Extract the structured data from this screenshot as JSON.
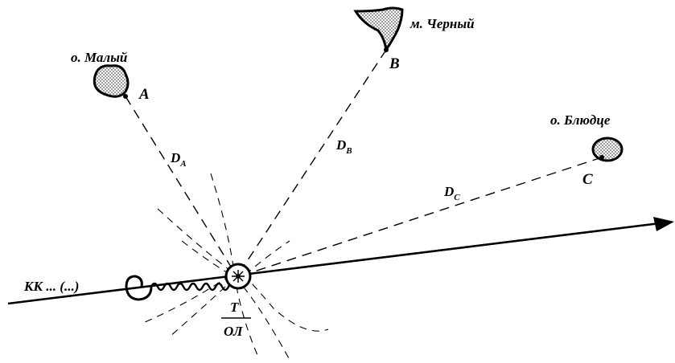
{
  "landmarks": {
    "a": {
      "name": "о. Малый",
      "point": "A"
    },
    "b": {
      "name": "м. Черный",
      "point": "B"
    },
    "c": {
      "name": "о. Блюдце",
      "point": "C"
    }
  },
  "distances": {
    "a": {
      "main": "D",
      "sub": "A"
    },
    "b": {
      "main": "D",
      "sub": "B"
    },
    "c": {
      "main": "D",
      "sub": "C"
    }
  },
  "course_label": "КК ... (...)",
  "fix": {
    "time": "Т",
    "log": "ОЛ"
  },
  "colors": {
    "ink": "#000000",
    "land_fill": "#cfcfcf",
    "background": "#ffffff"
  }
}
